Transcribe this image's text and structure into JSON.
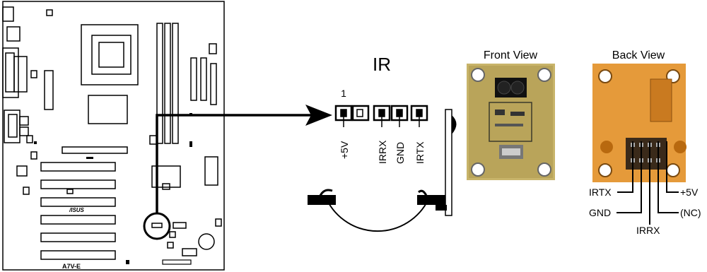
{
  "board": {
    "model": "A7V-E",
    "logo": "/ISUS"
  },
  "header": {
    "title": "IR",
    "pin1": "1"
  },
  "header_pins": [
    "+5V",
    "IRRX",
    "GND",
    "IRTX"
  ],
  "front_view": {
    "title": "Front View"
  },
  "back_view": {
    "title": "Back View",
    "pins": {
      "irtx": "IRTX",
      "gnd": "GND",
      "irrx": "IRRX",
      "v5": "+5V",
      "nc": "(NC)"
    }
  },
  "colors": {
    "line": "#000000",
    "pcb_front": "#c8b46a",
    "pcb_back": "#e59a3a"
  }
}
